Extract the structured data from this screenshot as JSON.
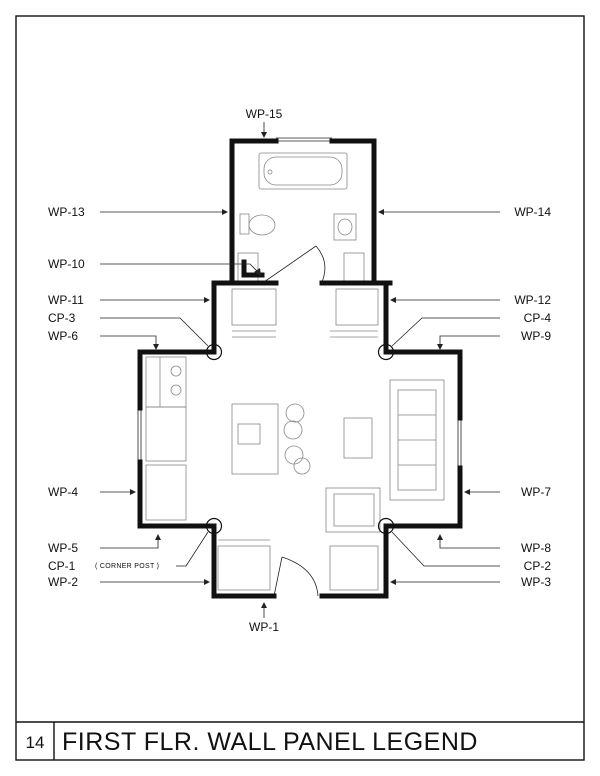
{
  "page_number": "14",
  "title": "FIRST FLR. WALL PANEL LEGEND",
  "labels": {
    "wp15": "WP-15",
    "wp13": "WP-13",
    "wp14": "WP-14",
    "wp10": "WP-10",
    "wp11": "WP-11",
    "wp12": "WP-12",
    "cp3": "CP-3",
    "cp4": "CP-4",
    "wp6": "WP-6",
    "wp9": "WP-9",
    "wp4": "WP-4",
    "wp7": "WP-7",
    "wp5": "WP-5",
    "wp8": "WP-8",
    "cp1": "CP-1",
    "cp1_note": "( CORNER POST )",
    "cp2": "CP-2",
    "wp2": "WP-2",
    "wp3": "WP-3",
    "wp1": "WP-1"
  }
}
